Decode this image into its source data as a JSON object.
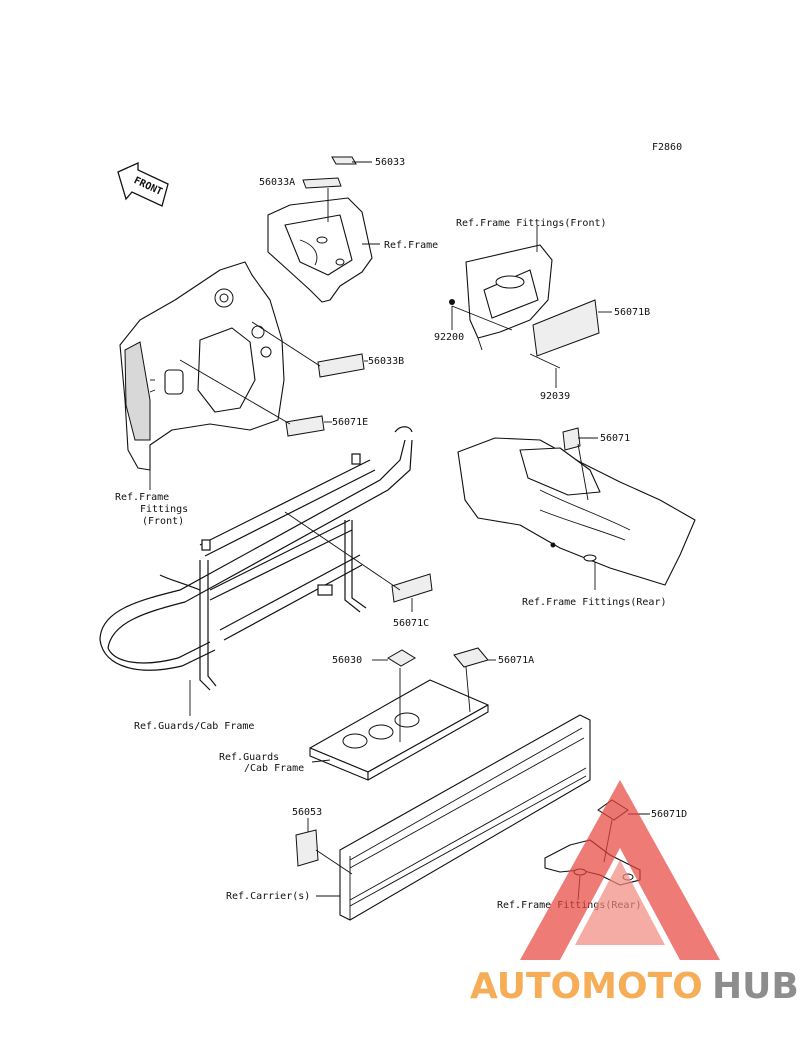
{
  "diagram_code": "F2860",
  "front_arrow": "FRONT",
  "labels": {
    "p56033": "56033",
    "p56033A": "56033A",
    "ref_frame": "Ref.Frame",
    "ref_ff_front_top": "Ref.Frame Fittings(Front)",
    "p56071B": "56071B",
    "p92200": "92200",
    "p92039": "92039",
    "p56033B": "56033B",
    "p56071E": "56071E",
    "ref_ff_front_left_1": "Ref.Frame",
    "ref_ff_front_left_2": "Fittings",
    "ref_ff_front_left_3": "(Front)",
    "p56071": "56071",
    "ref_ff_rear_mid": "Ref.Frame Fittings(Rear)",
    "p56071C": "56071C",
    "p56030": "56030",
    "p56071A": "56071A",
    "ref_guards_cab": "Ref.Guards/Cab Frame",
    "ref_guards_cab_2a": "Ref.Guards",
    "ref_guards_cab_2b": "/Cab Frame",
    "p56053": "56053",
    "p56071D": "56071D",
    "ref_carrier": "Ref.Carrier(s)",
    "ref_ff_rear_bottom": "Ref.Frame Fittings(Rear)"
  },
  "watermark": {
    "text_a": "AUTOMOTO",
    "text_b": "HUB",
    "color_a": "#f4a03a",
    "color_b": "#7a7a7a",
    "logo_color": "#e8443c"
  }
}
